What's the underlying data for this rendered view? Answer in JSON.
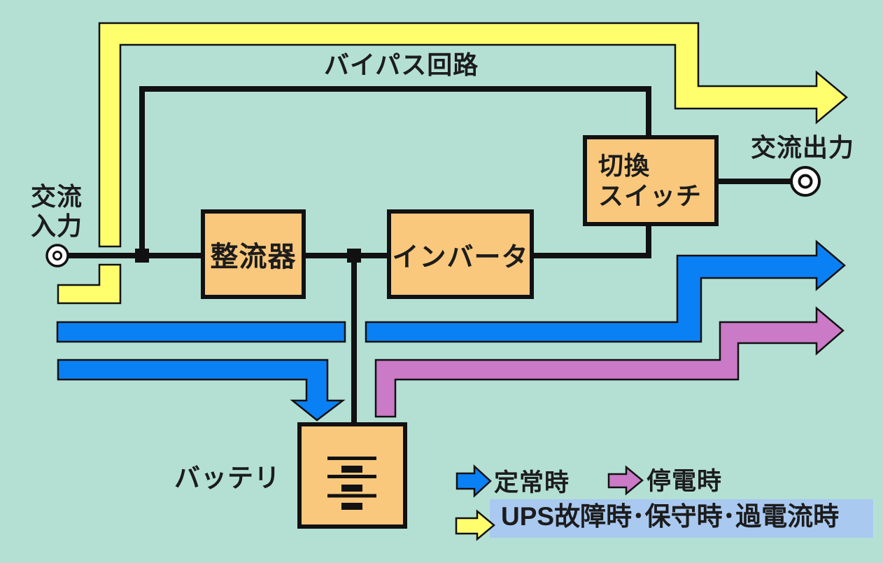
{
  "labels": {
    "bypass_circuit": "バイパス回路",
    "ac_input": "交流\n入力",
    "ac_output": "交流出力",
    "battery": "バッテリ"
  },
  "components": {
    "rectifier": "整流器",
    "inverter": "インバータ",
    "transfer_switch": "切換\nスイッチ"
  },
  "legend": {
    "normal_operation": "定常時",
    "power_outage": "停電時",
    "bypass_operation": "UPS故障時･保守時･過電流時"
  },
  "colors": {
    "background": "#b4e0d4",
    "normal_flow_blue": "#0a80f5",
    "outage_flow_pink": "#ca7ac6",
    "bypass_flow_yellow": "#ffff6e",
    "component_orange": "#f9c87c",
    "legend_banner_blue": "#a9c9f0",
    "line_black": "#111111",
    "terminal_white": "#ffffff"
  }
}
